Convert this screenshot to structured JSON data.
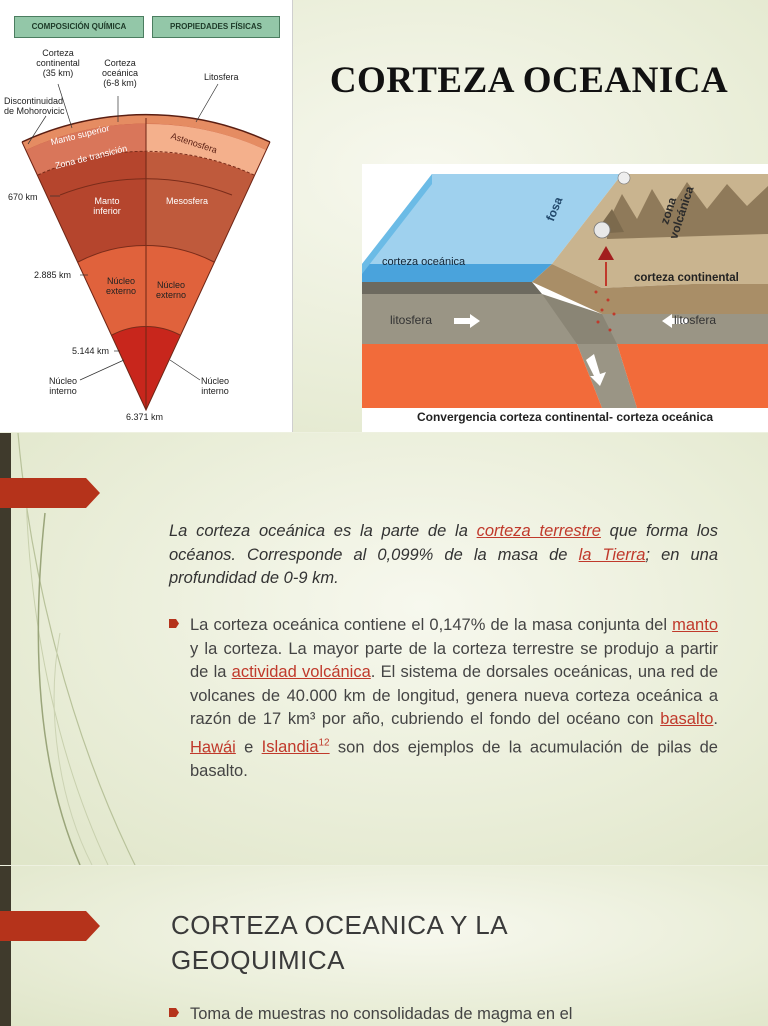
{
  "slide1": {
    "title": "CORTEZA OCEANICA",
    "earth": {
      "header_left": "COMPOSICIÓN QUÍMICA",
      "header_right": "PROPIEDADES FÍSICAS",
      "labels": {
        "corteza_continental": [
          "Corteza",
          "continental",
          "(35 km)"
        ],
        "corteza_oceanica": [
          "Corteza",
          "oceánica",
          "(6-8 km)"
        ],
        "litosfera": "Litosfera",
        "discontinuidad": [
          "Discontinuidad",
          "de Mohorovicic"
        ],
        "manto_superior": "Manto superior",
        "zona_transicion": "Zona de transición",
        "astenosfera": "Astenosfera",
        "manto_inferior": [
          "Manto",
          "inferior"
        ],
        "mesosfera": "Mesosfera",
        "nucleo_externo_left": [
          "Núcleo",
          "externo"
        ],
        "nucleo_externo_right": [
          "Núcleo",
          "externo"
        ],
        "nucleo_interno_left": [
          "Núcleo",
          "interno"
        ],
        "nucleo_interno_right": [
          "Núcleo",
          "interno"
        ],
        "depth_670": "670 km",
        "depth_2885": "2.885 km",
        "depth_5144": "5.144 km",
        "depth_6371": "6.371 km"
      }
    },
    "convergence": {
      "label_fosa": "fosa",
      "label_zona_volcanica": [
        "zona",
        "volcánica"
      ],
      "label_corteza_oceanica": "corteza oceánica",
      "label_corteza_continental": "corteza continental",
      "label_litosfera_left": "litosfera",
      "label_litosfera_right": "litosfera",
      "caption": "Convergencia corteza continental- corteza oceánica"
    }
  },
  "slide2": {
    "intro": {
      "t1": "La corteza oceánica es la parte de la ",
      "l1": "corteza terrestre",
      "t2": " que forma los océanos. Corresponde al 0,099% de la masa de ",
      "l2": "la Tierra",
      "t3": "; en una profundidad de 0-9 km."
    },
    "bullet": {
      "t1": "La corteza oceánica contiene el 0,147% de la masa conjunta del ",
      "l1": "manto",
      "t2": " y la corteza. La mayor parte de la corteza terrestre se produjo a partir de la ",
      "l2": "actividad volcánica",
      "t3": ". El sistema de dorsales oceánicas, una red de volcanes de 40.000 km de longitud, genera nueva corteza oceánica a razón de 17 km³ por año, cubriendo el fondo del océano con ",
      "l3": "basalto",
      "t4": ". ",
      "l4": "Hawái",
      "t5": " e ",
      "l5": "Islandia",
      "sup": "12",
      "t6": " son dos ejemplos de la acumulación de pilas de basalto."
    }
  },
  "slide3": {
    "title_line1": "CORTEZA OCEANICA Y LA",
    "title_line2": "GEOQUIMICA",
    "bullet": "Toma de muestras no consolidadas de magma en el"
  },
  "colors": {
    "accent": "#b5331b",
    "link": "#c0392b",
    "crust_orange": "#f09a70",
    "mantle": "#b8452c",
    "ocean": "#5aa9dc",
    "lava": "#f26b3a"
  }
}
